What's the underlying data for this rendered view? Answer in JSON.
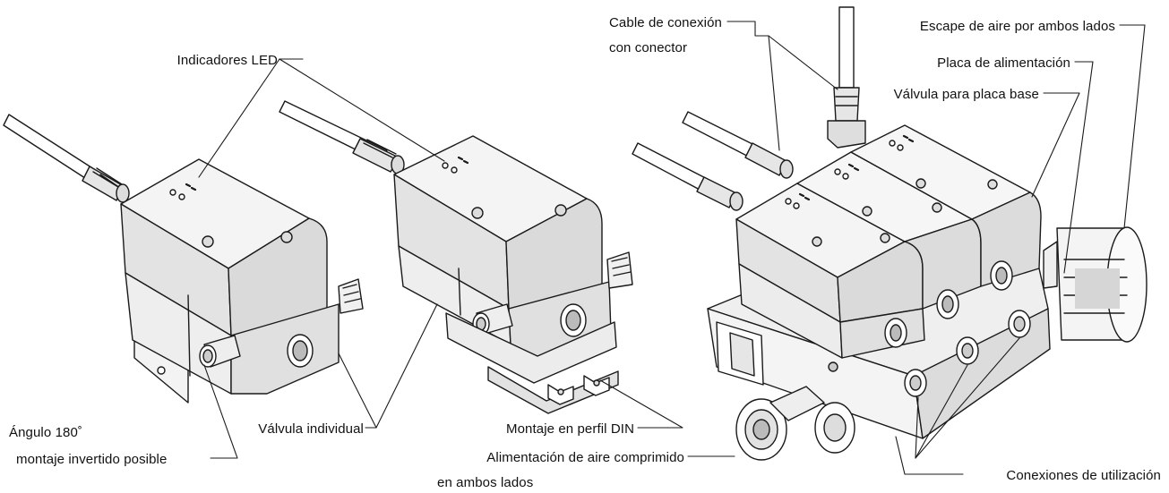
{
  "labels": {
    "indicadores_led": "Indicadores LED",
    "cable_line1": "Cable de conexión",
    "cable_line2": "con conector",
    "escape": "Escape de aire por ambos lados",
    "placa_alimentacion": "Placa de alimentación",
    "valvula_placa_base": "Válvula para placa base",
    "angulo_line1": "Ángulo 180˚",
    "angulo_line2": "montaje invertido posible",
    "valvula_individual": "Válvula individual",
    "montaje_din": "Montaje en perfil DIN",
    "alimentacion_line1": "Alimentación de aire comprimido",
    "alimentacion_line2": "en ambos lados",
    "conexiones": "Conexiones de utilización"
  },
  "colors": {
    "line": "#1a1a1a",
    "body_top": "#f2f2f2",
    "body_front": "#e9e9e9",
    "body_side": "#dcdcdc"
  }
}
